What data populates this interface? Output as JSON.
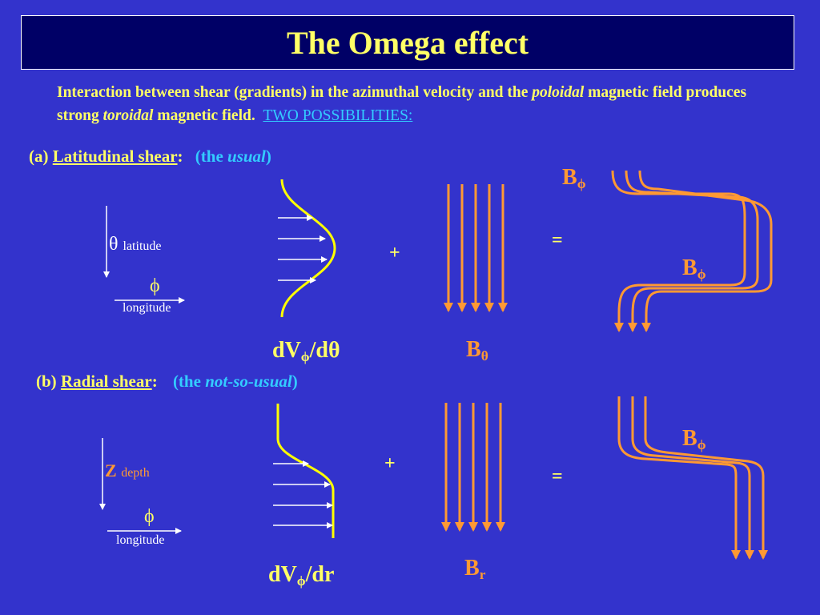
{
  "title": "The Omega effect",
  "intro": {
    "part1": "Interaction between shear (gradients) in the azimuthal velocity and the ",
    "poloidal": "poloidal",
    "part2": " magnetic field produces strong ",
    "toroidal": "toroidal",
    "part3": " magnetic field.",
    "link": "TWO POSSIBILITIES:"
  },
  "section_a": {
    "prefix": "(a) ",
    "name": "Latitudinal shear",
    "colon": ":",
    "paren_open": "(the ",
    "usual": "usual",
    "paren_close": ")",
    "axis_symbol": "θ",
    "axis_label": "latitude",
    "lon_symbol": "ϕ",
    "lon_label": "longitude",
    "shear_main": "dV",
    "shear_sub": "ϕ",
    "shear_tail": "/dθ",
    "plus": "+",
    "equals": "=",
    "field_main": "B",
    "field_sub": "θ",
    "result_top_main": "B",
    "result_top_sub": "ϕ",
    "result_mid_main": "B",
    "result_mid_sub": "ϕ"
  },
  "section_b": {
    "prefix": "(b) ",
    "name": "Radial shear",
    "colon": ":",
    "paren_open": "(the ",
    "usual": "not-so-usual",
    "paren_close": ")",
    "axis_symbol": "Z",
    "axis_label": "depth",
    "lon_symbol": "ϕ",
    "lon_label": "longitude",
    "shear_main": "dV",
    "shear_sub": "ϕ",
    "shear_tail": "/dr",
    "plus": "+",
    "equals": "=",
    "field_main": "B",
    "field_sub": "r",
    "result_main": "B",
    "result_sub": "ϕ"
  },
  "colors": {
    "background": "#3333cc",
    "title_bg": "#000066",
    "text_yellow": "#ffff66",
    "accent_cyan": "#33ccff",
    "field_orange": "#ff9933"
  }
}
